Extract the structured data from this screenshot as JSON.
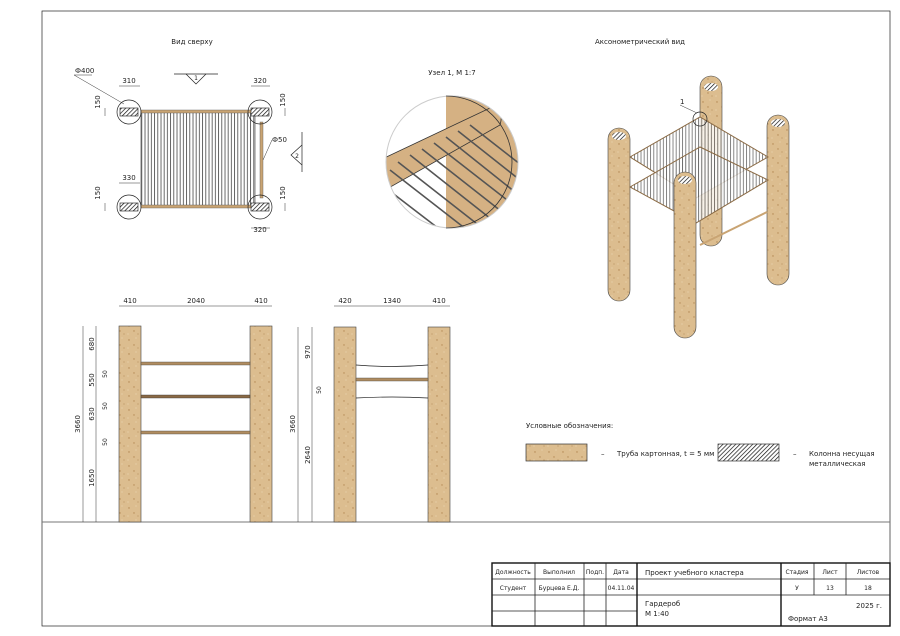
{
  "views": {
    "top_title": "Вид сверху",
    "detail_title": "Узел 1, М 1:7",
    "axo_title": "Аксонометрический вид",
    "section_mark_1": "1",
    "section_mark_2": "2",
    "axo_node_mark": "1"
  },
  "top_view_dims": {
    "diameter_col": "Ф400",
    "diameter_bar": "Ф50",
    "w_top_left": "310",
    "w_top_right": "320",
    "w_bottom_left": "330",
    "w_bottom_right": "320",
    "h_tl": "150",
    "h_tr": "150",
    "h_bl": "150",
    "h_br": "150"
  },
  "front_elevation": {
    "top_dims": [
      "410",
      "2040",
      "410"
    ],
    "total_height": "3660",
    "segments": [
      "680",
      "550",
      "630",
      "1650"
    ],
    "shelf_thickness": [
      "50",
      "50",
      "50"
    ]
  },
  "side_elevation": {
    "top_dims": [
      "420",
      "1340",
      "410"
    ],
    "total_height": "3660",
    "segments": [
      "970",
      "2640"
    ],
    "shelf_thickness": "50"
  },
  "legend": {
    "title": "Условные обозначения:",
    "dash": "–",
    "item1": "Труба картонная, t = 5 мм",
    "item2_line1": "Колонна несущая",
    "item2_line2": "металлическая"
  },
  "title_block": {
    "h_position": "Должность",
    "h_done": "Выполнил",
    "h_sign": "Подп.",
    "h_date": "Дата",
    "project": "Проект учебного кластера",
    "h_stage": "Стадия",
    "h_sheet": "Лист",
    "h_sheets": "Листов",
    "position": "Студент",
    "author": "Бурцева Е.Д.",
    "date": "04.11.04",
    "stage": "У",
    "sheet": "13",
    "sheets": "18",
    "drawing_name": "Гардероб",
    "scale": "М 1:40",
    "year": "2025 г.",
    "format": "Формат А3"
  },
  "colors": {
    "cardboard": "#d8b88a",
    "outline": "#222222"
  }
}
